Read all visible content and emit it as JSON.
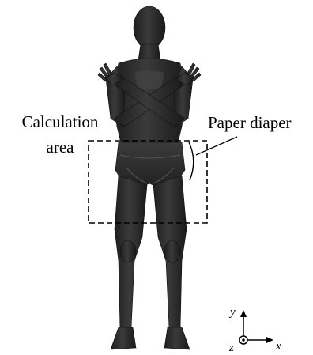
{
  "labels": {
    "calculation_line1": "Calculation",
    "calculation_line2": "area",
    "paper_diaper": "Paper diaper"
  },
  "axes": {
    "y": "y",
    "x": "x",
    "z": "z"
  },
  "colors": {
    "body_fill": "#2e2e2e",
    "body_shade": "#1c1c1c",
    "body_highlight": "#4a4a4a",
    "line": "#000000",
    "background": "#ffffff"
  }
}
